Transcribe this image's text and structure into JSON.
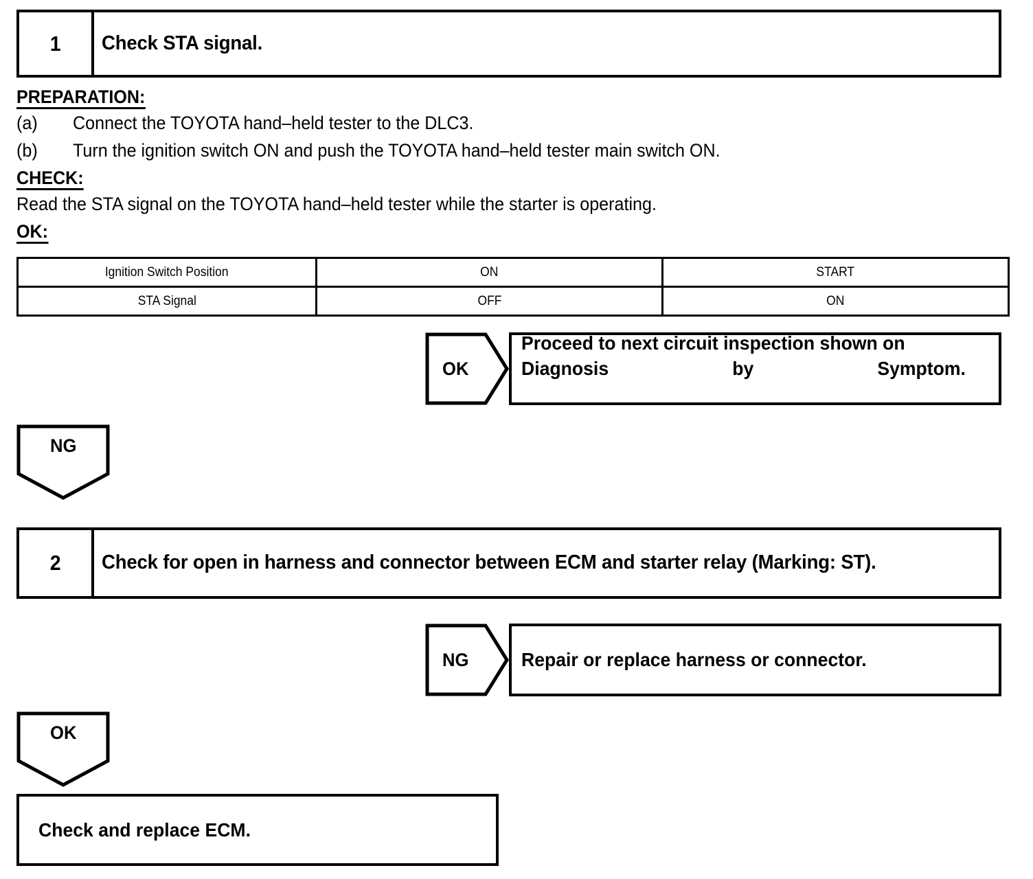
{
  "document": {
    "type": "diagnostic-troubleshooting-flowchart",
    "title": "Check STA signal."
  },
  "steps": [
    {
      "number": "1",
      "title": "Check STA signal."
    },
    {
      "number": "2",
      "title": "Check for open in harness and connector between ECM and starter relay (Marking: ST)."
    }
  ],
  "sections": {
    "preparation": {
      "heading": "PREPARATION:",
      "items": [
        {
          "label": "(a)",
          "text": "Connect the TOYOTA hand–held tester to the DLC3."
        },
        {
          "label": "(b)",
          "text": "Turn the ignition switch ON and push the TOYOTA hand–held tester main switch ON."
        }
      ]
    },
    "check": {
      "heading": "CHECK:",
      "text": "Read the STA signal on the TOYOTA hand–held tester while the starter is operating."
    },
    "ok": {
      "heading": "OK:"
    }
  },
  "table": {
    "rows": [
      {
        "cells": [
          "Ignition Switch Position",
          "ON",
          "START"
        ]
      },
      {
        "cells": [
          "STA Signal",
          "OFF",
          "ON"
        ]
      }
    ]
  },
  "flow": {
    "step1_ok": {
      "label": "OK",
      "result_line1": "Proceed to next circuit inspection shown on",
      "result_line2": "Diagnosis by Symptom."
    },
    "step1_ng": {
      "label": "NG"
    },
    "step2_ng": {
      "label": "NG",
      "result": "Repair or replace harness or connector."
    },
    "step2_ok": {
      "label": "OK"
    },
    "final": {
      "text": "Check and replace ECM."
    }
  },
  "colors": {
    "ink": "#000000",
    "paper": "#ffffff"
  }
}
